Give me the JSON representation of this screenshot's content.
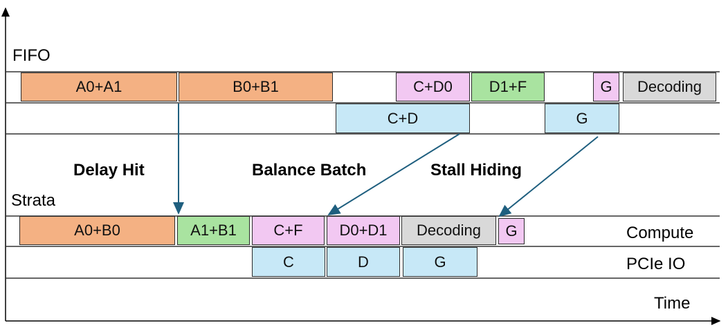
{
  "colors": {
    "orange": "#f4b183",
    "purple": "#f2c8f2",
    "green": "#a9e3a0",
    "gray": "#d9d9d9",
    "blue": "#c7e8f7",
    "arrow": "#1f5f7f"
  },
  "fifo": {
    "title": "FIFO",
    "row1": [
      {
        "label": "A0+A1",
        "color": "orange"
      },
      {
        "label": "B0+B1",
        "color": "orange"
      },
      {
        "label": "C+D0",
        "color": "purple"
      },
      {
        "label": "D1+F",
        "color": "green"
      },
      {
        "label": "G",
        "color": "purple"
      },
      {
        "label": "Decoding",
        "color": "gray"
      }
    ],
    "row2": [
      {
        "label": "C+D",
        "color": "blue"
      },
      {
        "label": "G",
        "color": "blue"
      }
    ]
  },
  "annotations": {
    "delay_hit": "Delay Hit",
    "balance_batch": "Balance Batch",
    "stall_hiding": "Stall Hiding"
  },
  "strata": {
    "title": "Strata",
    "compute_label": "Compute",
    "pcie_label": "PCIe IO",
    "compute": [
      {
        "label": "A0+B0",
        "color": "orange"
      },
      {
        "label": "A1+B1",
        "color": "green"
      },
      {
        "label": "C+F",
        "color": "purple"
      },
      {
        "label": "D0+D1",
        "color": "purple"
      },
      {
        "label": "Decoding",
        "color": "gray"
      },
      {
        "label": "G",
        "color": "purple"
      }
    ],
    "pcie": [
      {
        "label": "C",
        "color": "blue"
      },
      {
        "label": "D",
        "color": "blue"
      },
      {
        "label": "G",
        "color": "blue"
      }
    ]
  },
  "time_label": "Time"
}
